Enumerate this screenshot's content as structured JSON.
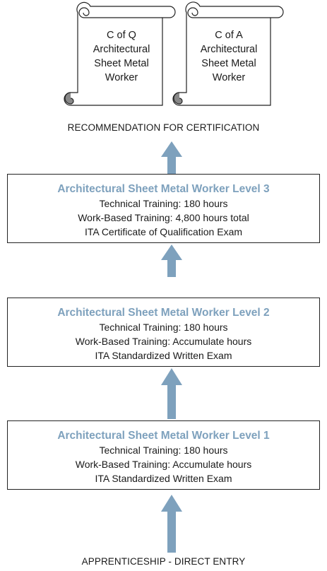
{
  "certificates": [
    {
      "lines": [
        "C of Q",
        "Architectural",
        "Sheet Metal",
        "Worker"
      ]
    },
    {
      "lines": [
        "C of A",
        "Architectural",
        "Sheet Metal",
        "Worker"
      ]
    }
  ],
  "recommendation_label": "RECOMMENDATION FOR CERTIFICATION",
  "levels": [
    {
      "title": "Architectural Sheet Metal Worker Level 3",
      "technical": "Technical Training:  180 hours",
      "work_based": "Work-Based Training: 4,800 hours total",
      "exam": "ITA Certificate of Qualification Exam"
    },
    {
      "title": "Architectural Sheet Metal Worker Level 2",
      "technical": "Technical Training:  180 hours",
      "work_based": "Work-Based Training: Accumulate hours",
      "exam": "ITA Standardized Written Exam"
    },
    {
      "title": "Architectural Sheet Metal Worker Level 1",
      "technical": "Technical Training:  180 hours",
      "work_based": "Work-Based Training: Accumulate hours",
      "exam": "ITA Standardized Written Exam"
    }
  ],
  "entry_label": "APPRENTICESHIP - DIRECT ENTRY",
  "colors": {
    "title_accent": "#7ea1bd",
    "arrow": "#7ea1bd",
    "border": "#222222"
  }
}
